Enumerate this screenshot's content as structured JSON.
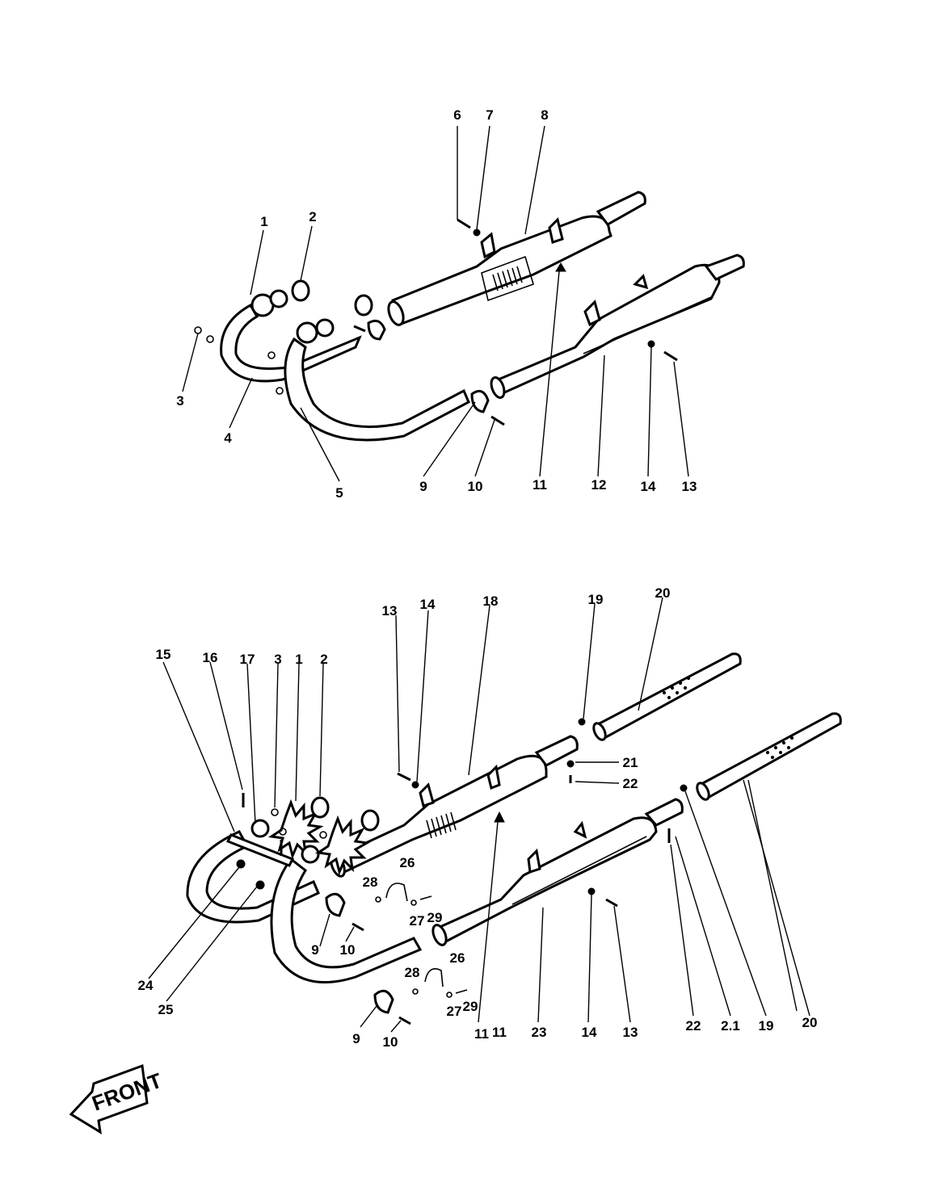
{
  "diagram": {
    "front_label": "FRONT",
    "upper_callouts": [
      "1",
      "2",
      "3",
      "4",
      "5",
      "6",
      "7",
      "8",
      "9",
      "10",
      "11",
      "12",
      "13",
      "14"
    ],
    "lower_callouts": [
      "1",
      "2",
      "3",
      "9",
      "10",
      "9",
      "10",
      "11",
      "11",
      "13",
      "14",
      "13",
      "14",
      "15",
      "16",
      "17",
      "18",
      "19",
      "19",
      "20",
      "20",
      "21",
      "22",
      "22",
      "2.1",
      "23",
      "24",
      "25",
      "26",
      "26",
      "27",
      "27",
      "28",
      "28",
      "29",
      "29"
    ]
  }
}
